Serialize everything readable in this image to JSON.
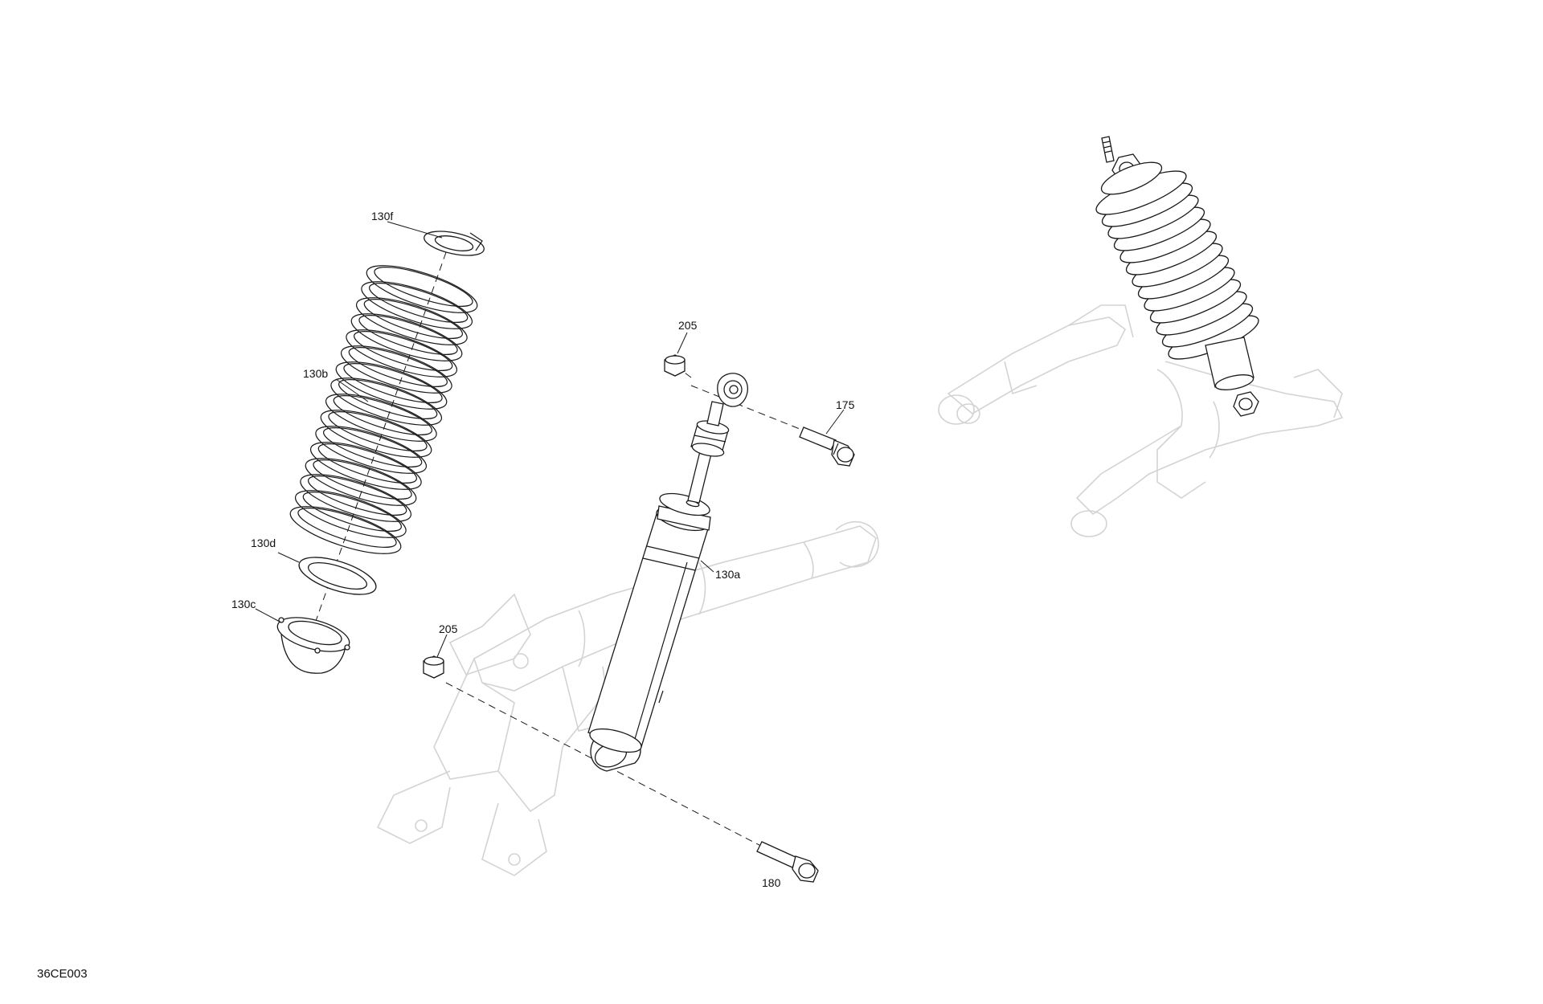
{
  "callouts": {
    "c130f": "130f",
    "c130b": "130b",
    "c130d": "130d",
    "c130c": "130c",
    "c205_top": "205",
    "c175": "175",
    "c130a": "130a",
    "c205_bottom": "205",
    "c180": "180"
  },
  "figure_code": "36CE003"
}
